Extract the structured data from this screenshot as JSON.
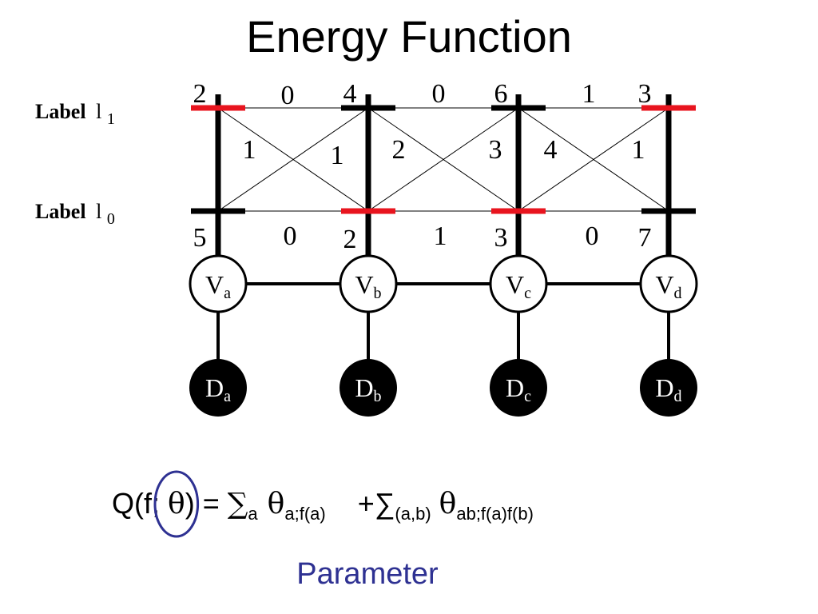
{
  "title": "Energy Function",
  "labels": {
    "l1": {
      "word": "Label",
      "sym": "l",
      "sub": "1"
    },
    "l0": {
      "word": "Label",
      "sym": "l",
      "sub": "0"
    }
  },
  "unary_top": [
    "2",
    "4",
    "6",
    "3"
  ],
  "unary_bottom": [
    "5",
    "2",
    "3",
    "7"
  ],
  "pair_top": [
    "0",
    "0",
    "1"
  ],
  "pair_bottom": [
    "0",
    "1",
    "0"
  ],
  "pair_cross": [
    {
      "left": "1",
      "right": "1"
    },
    {
      "left": "2",
      "right": "3"
    },
    {
      "left": "4",
      "right": "1"
    }
  ],
  "nodes_v": [
    {
      "base": "V",
      "sub": "a"
    },
    {
      "base": "V",
      "sub": "b"
    },
    {
      "base": "V",
      "sub": "c"
    },
    {
      "base": "V",
      "sub": "d"
    }
  ],
  "nodes_d": [
    {
      "base": "D",
      "sub": "a"
    },
    {
      "base": "D",
      "sub": "b"
    },
    {
      "base": "D",
      "sub": "c"
    },
    {
      "base": "D",
      "sub": "d"
    }
  ],
  "selected_labels": [
    "l1",
    "l0",
    "l0",
    "l1"
  ],
  "equation": {
    "lhs_open": "Q(f; ",
    "theta": "θ",
    "lhs_close": ")",
    "equals": " = ",
    "sum1": "∑",
    "sum1_sub": "a",
    "theta1": "θ",
    "theta1_sub": "a;f(a)",
    "plus_sum2": "+∑",
    "sum2_sub": "(a,b)",
    "theta2": "θ",
    "theta2_sub": "ab;f(a)f(b)"
  },
  "annotation": "Parameter",
  "colors": {
    "selected": "#e8141e",
    "line": "#000000",
    "annotation": "#2e3192"
  }
}
